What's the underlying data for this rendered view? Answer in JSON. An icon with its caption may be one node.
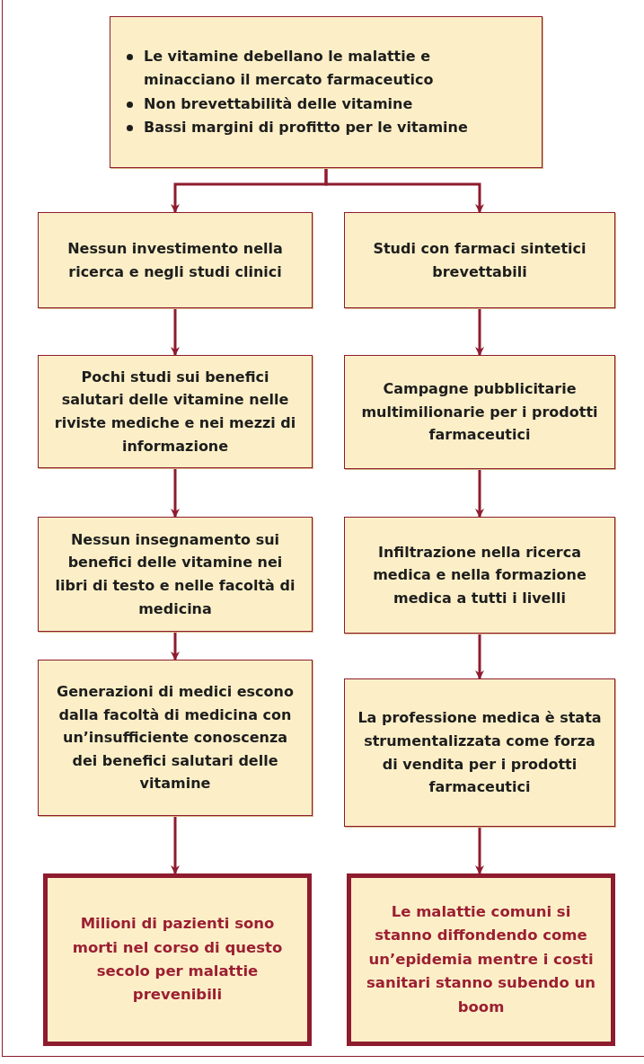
{
  "diagram": {
    "nodes": [
      {
        "text": [
          "Le vitamine debellano le malattie e minacciano il mercato farmaceutico",
          "Non brevettabilità delle vitamine",
          "Bassi margini di profitto per le vitamine"
        ]
      },
      {
        "text": [
          "Nessun investimento nella ricerca e negli studi clinici"
        ]
      },
      {
        "text": [
          "Studi con farmaci sintetici brevettabili"
        ]
      },
      {
        "text": [
          "Pochi studi sui benefici salutari delle vitamine nelle riviste mediche e nei mezzi di informazione"
        ]
      },
      {
        "text": [
          "Campagne pubblicitarie multimilionarie per i prodotti farmaceutici"
        ]
      },
      {
        "text": [
          "Nessun insegnamento sui benefici delle vitamine nei libri di testo e nelle facoltà di medicina"
        ]
      },
      {
        "text": [
          "Infiltrazione nella ricerca medica e nella formazione medica a tutti i livelli"
        ]
      },
      {
        "text": [
          "Generazioni di medici escono dalla facoltà di medicina con un’insufficiente conoscenza dei benefici salutari delle vitamine"
        ]
      },
      {
        "text": [
          "La professione medica è stata strumentalizzata come forza di vendita per i prodotti farmaceutici"
        ]
      },
      {
        "text": [
          "Milioni di pazienti sono morti nel corso di questo secolo per malattie prevenibili"
        ]
      },
      {
        "text": [
          "Le malattie comuni si stanno diffondendo come un’epidemia mentre i costi sanitari stanno subendo un boom"
        ]
      }
    ],
    "edges": [
      {
        "from": 0,
        "to": 1,
        "arrow": "to"
      },
      {
        "from": 0,
        "to": 2,
        "arrow": "to"
      },
      {
        "from": 1,
        "to": 3,
        "arrow": "to"
      },
      {
        "from": 2,
        "to": 4,
        "arrow": "to"
      },
      {
        "from": 3,
        "to": 5,
        "arrow": "to"
      },
      {
        "from": 4,
        "to": 6,
        "arrow": "to"
      },
      {
        "from": 5,
        "to": 7,
        "arrow": "to"
      },
      {
        "from": 6,
        "to": 8,
        "arrow": "to"
      },
      {
        "from": 7,
        "to": 9,
        "arrow": "to"
      },
      {
        "from": 8,
        "to": 10,
        "arrow": "to"
      }
    ]
  }
}
